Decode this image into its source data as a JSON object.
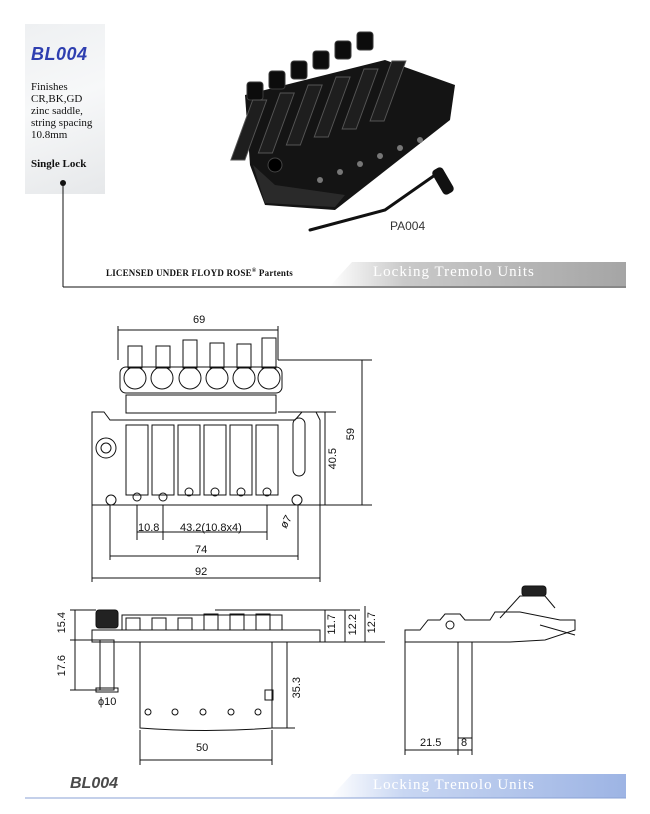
{
  "header": {
    "model": "BL004",
    "spec_text": "Finishes\nCR,BK,GD\nzinc saddle,\nstring spacing\n10.8mm",
    "lock_type": "Single Lock"
  },
  "photo": {
    "caption": "PA004"
  },
  "banner": {
    "licensed": "LICENSED UNDER FLOYD ROSE",
    "licensed_mark": "®",
    "licensed_suffix": " Partents",
    "title": "Locking Tremolo Units"
  },
  "dimensions": {
    "top_view": {
      "width_top": "69",
      "height_inner": "40.5",
      "height_outer": "59",
      "saddle_first": "10.8",
      "spacing": "43.2(10.8x4)",
      "mid_width": "74",
      "total_width": "92",
      "hole": "7",
      "hole_symbol": "ø"
    },
    "front_view": {
      "h1": "15.4",
      "h2": "17.6",
      "diam": "ϕ10",
      "r1": "11.7",
      "r2": "12.2",
      "r3": "12.7",
      "block": "35.3",
      "block_width": "50"
    },
    "side_view": {
      "d1": "21.5",
      "d2": "8"
    }
  },
  "footer": {
    "model": "BL004",
    "title": "Locking Tremolo Units"
  },
  "colors": {
    "accent_blue": "#2f3fb0",
    "band_grey": "#a9a9a9",
    "band_blue": "#9fb6e6",
    "hardware_black": "#141414"
  }
}
